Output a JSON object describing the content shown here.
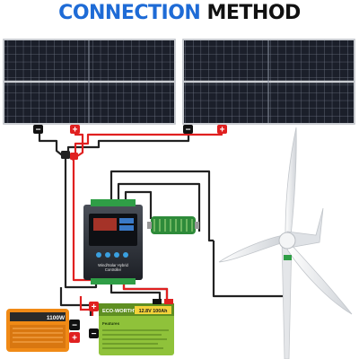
{
  "title": {
    "word1": "CONNECTION",
    "word2": "METHOD",
    "word1_color": "#1e6bd6",
    "word2_color": "#111111"
  },
  "components": {
    "solar_panels": {
      "count": 2,
      "icon": "solar-panel-icon"
    },
    "wind_turbine": {
      "blades": 3,
      "icon": "wind-turbine-icon"
    },
    "controller": {
      "icon": "hybrid-charge-controller-icon",
      "caption_line1": "Wind/Solar Hybrid",
      "caption_line2": "Controller"
    },
    "dump_load": {
      "icon": "dump-load-resistor-icon"
    },
    "inverter": {
      "label": "1100W",
      "icon": "inverter-icon"
    },
    "battery": {
      "brand": "ECO-WORTHY",
      "label": "12.8V 100Ah",
      "subtitle": "Features",
      "icon": "battery-icon"
    }
  },
  "terminals": {
    "negative": "−",
    "positive": "+"
  },
  "colors": {
    "positive_wire": "#e02020",
    "negative_wire": "#222222",
    "panel_cell": "#1b1f2a",
    "panel_frame": "#c9ccd1",
    "inverter_orange": "#f08a16",
    "battery_green": "#8fc23a",
    "dump_load_green": "#2e8b3a"
  }
}
